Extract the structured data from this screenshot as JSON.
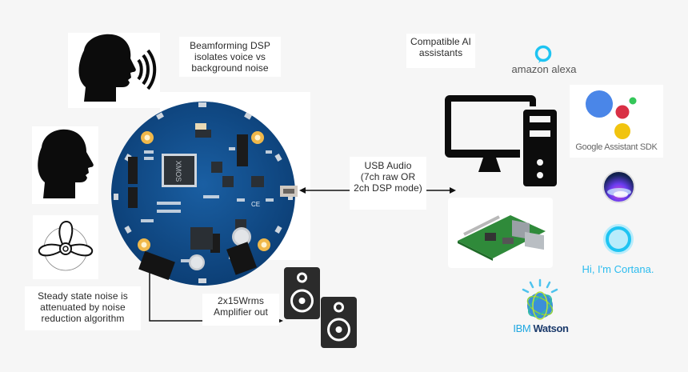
{
  "labels": {
    "beamforming": [
      "Beamforming DSP",
      "isolates voice vs",
      "background noise"
    ],
    "compatible_ai": [
      "Compatible AI",
      "assistants"
    ],
    "usb_audio": [
      "USB Audio",
      "(7ch raw OR",
      "2ch DSP mode)"
    ],
    "amplifier": [
      "2x15Wrms",
      "Amplifier out"
    ],
    "noise": [
      "Steady state noise is",
      "attenuated by noise",
      "reduction algorithm"
    ]
  },
  "pcb": {
    "chip_label": "XMOS",
    "ce_mark": "CE"
  },
  "assistants": {
    "alexa": {
      "name": "amazon alexa",
      "color": "#1ec4f2"
    },
    "google": {
      "name": "Google Assistant SDK",
      "colors": [
        "#4a86e8",
        "#d93045",
        "#f1c40f",
        "#34c759"
      ]
    },
    "siri": {
      "name": "Siri"
    },
    "cortana": {
      "name": "Hi, I'm Cortana.",
      "color": "#1ec4f2"
    },
    "watson": {
      "prefix": "IBM",
      "name": "Watson",
      "prefix_color": "#1ea7e1",
      "name_color": "#1b3a6b"
    }
  },
  "colors": {
    "background": "#f6f6f6",
    "pcb_blue": "#0f4c88",
    "icon_dark": "#111111",
    "speaker": "#2b2b2b"
  }
}
